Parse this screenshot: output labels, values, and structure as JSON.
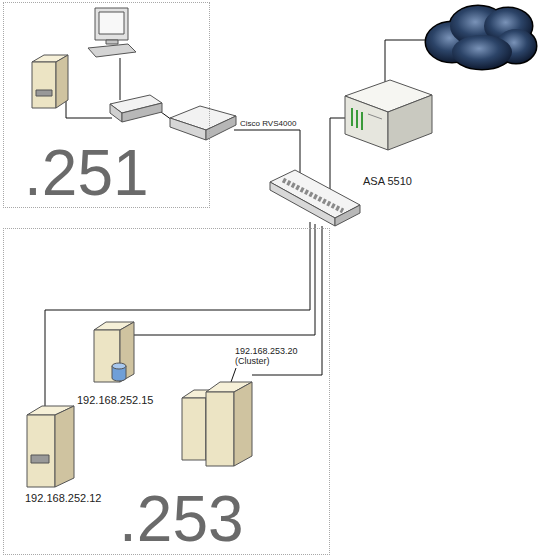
{
  "diagram": {
    "nodes": [
      {
        "text": [
          ".251"
        ]
      },
      {
        "text": [
          "Cisco RVS4000"
        ]
      },
      {
        "text": [
          "ASA 5510"
        ]
      },
      {
        "text": [
          ".253"
        ]
      },
      {
        "text": [
          "192.168.252.15"
        ],
        "in": 3
      },
      {
        "text": [
          "192.168.253.20 (Cluster)"
        ],
        "in": 3
      },
      {
        "text": [
          "192.168.252.12"
        ],
        "in": 3
      }
    ]
  }
}
